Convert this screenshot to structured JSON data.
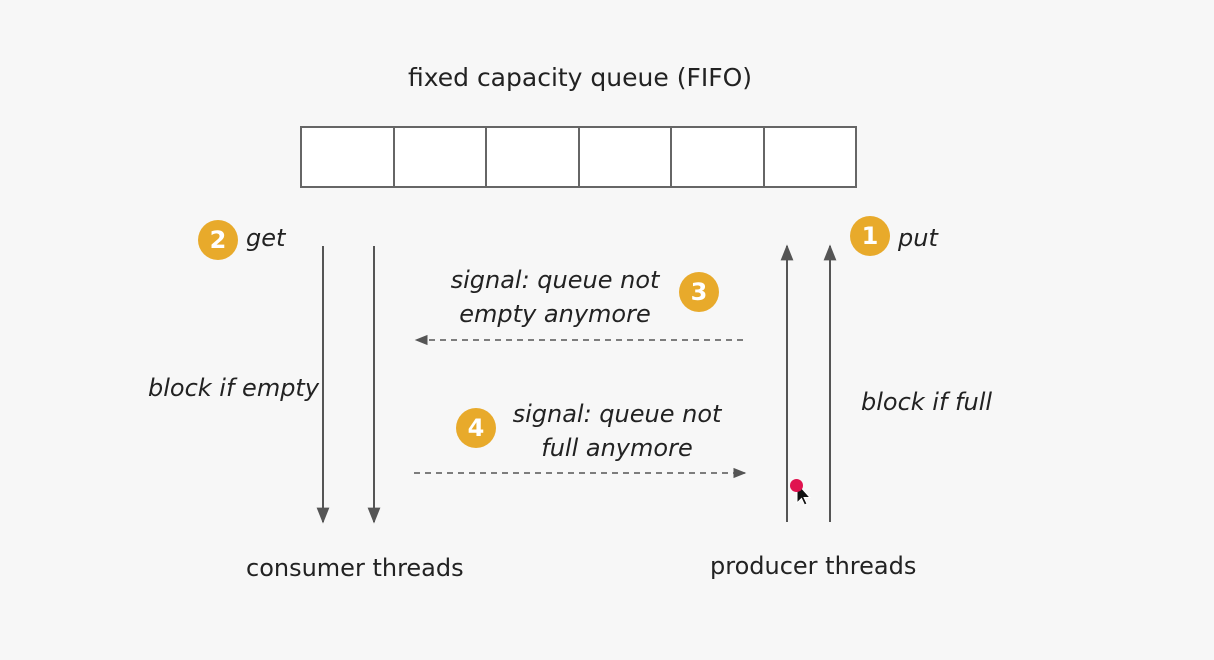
{
  "title": "fixed capacity queue (FIFO)",
  "queue": {
    "cells": 6
  },
  "get": {
    "number": "2",
    "label": "get"
  },
  "put": {
    "number": "1",
    "label": "put"
  },
  "signal_not_empty": {
    "number": "3",
    "line1": "signal: queue not",
    "line2": "empty anymore"
  },
  "signal_not_full": {
    "number": "4",
    "line1": "signal: queue not",
    "line2": "full anymore"
  },
  "block_if_empty": "block if empty",
  "block_if_full": "block if full",
  "consumer_label": "consumer threads",
  "producer_label": "producer threads",
  "colors": {
    "badge": "#e8aa2b",
    "arrow": "#555555",
    "cursor_dot": "#e0134f",
    "background": "#f7f7f7"
  }
}
